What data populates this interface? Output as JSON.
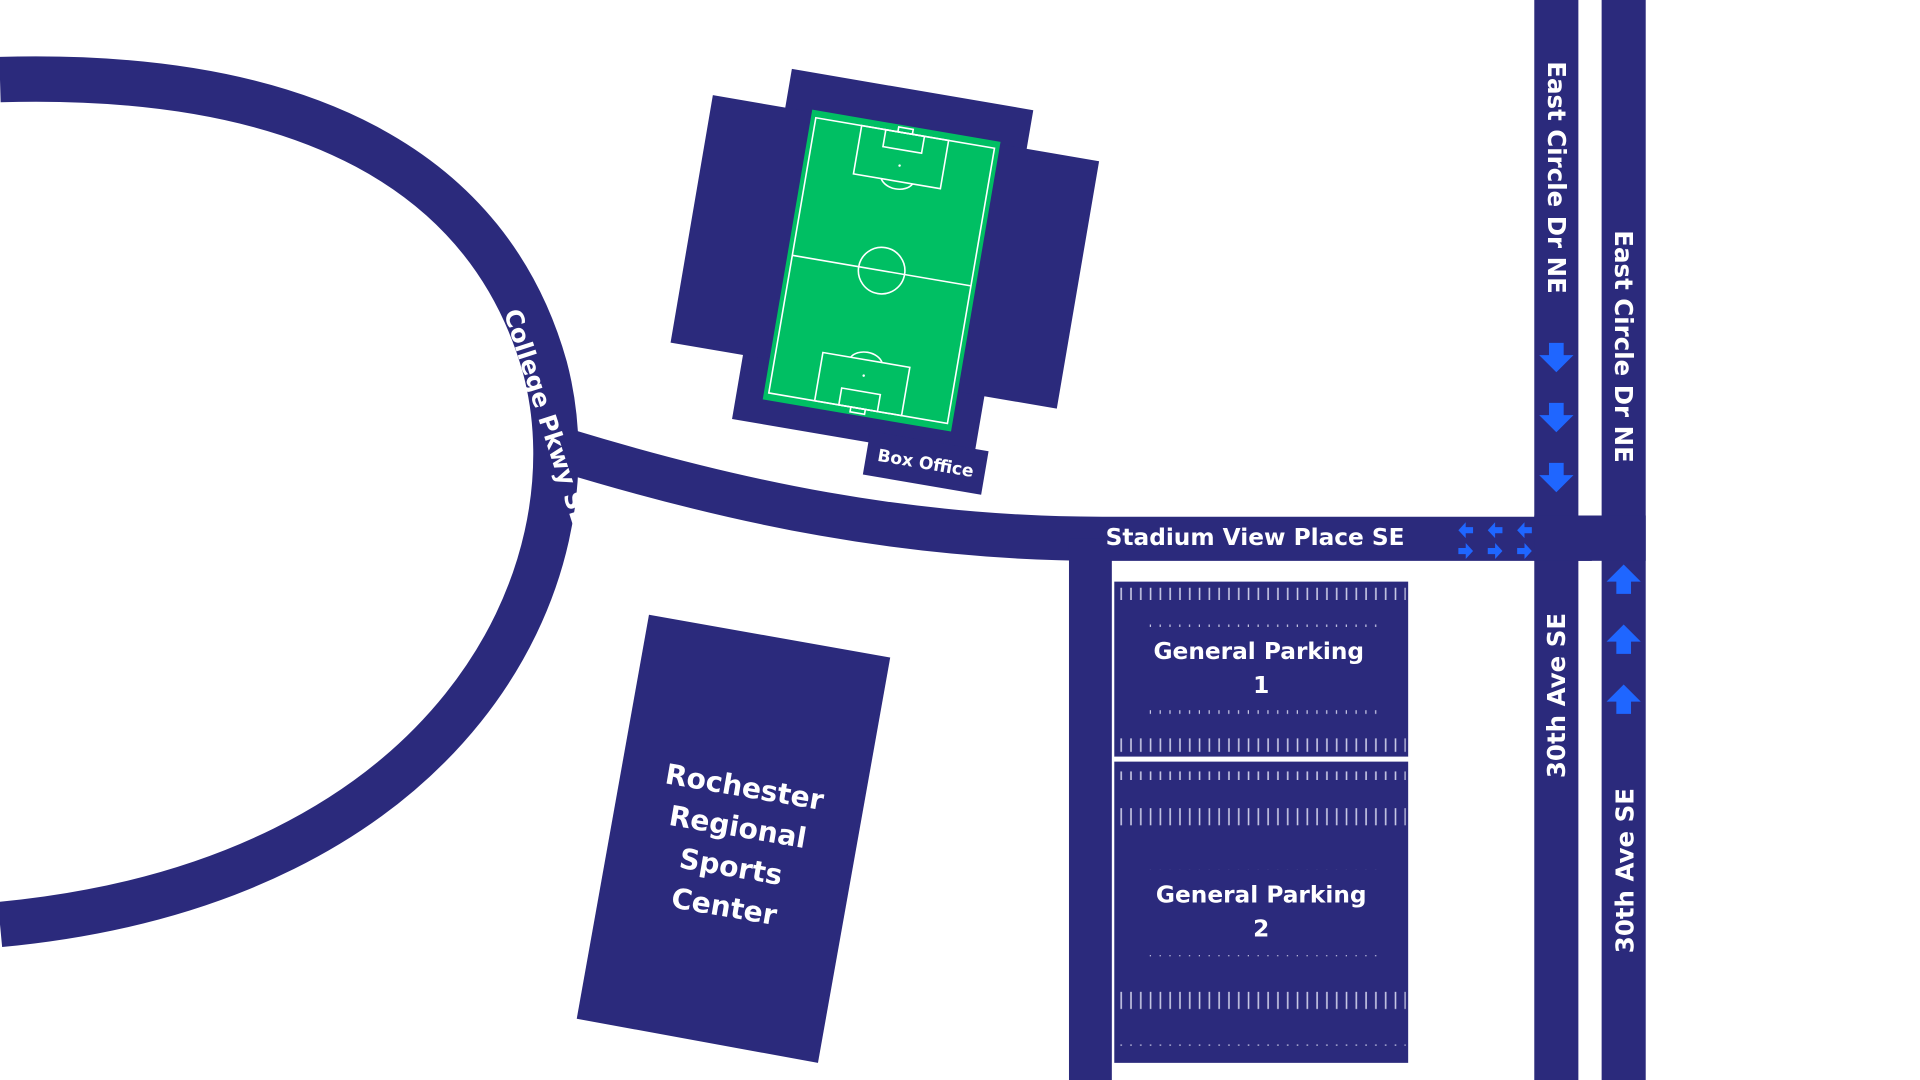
{
  "map": {
    "colors": {
      "road": "#2b2a7c",
      "field": "#00bf63",
      "arrow": "#1f66ff",
      "background": "#ffffff"
    },
    "roads": {
      "college_pkwy": "College Pkwy SE",
      "stadium_view": "Stadium View Place SE",
      "east_circle_1": "East Circle Dr NE",
      "east_circle_2": "East Circle Dr NE",
      "ave30_1": "30th Ave SE",
      "ave30_2": "30th Ave SE"
    },
    "buildings": {
      "box_office": "Box Office",
      "sports_center": [
        "Rochester",
        "Regional",
        "Sports",
        "Center"
      ]
    },
    "parking": [
      {
        "line1": "General Parking",
        "line2": "1"
      },
      {
        "line1": "General Parking",
        "line2": "2"
      }
    ]
  }
}
